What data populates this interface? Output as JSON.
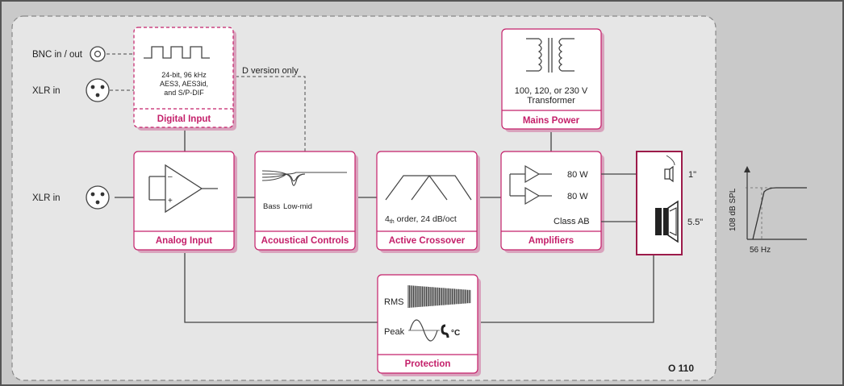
{
  "colors": {
    "outer_bg": "#c9c9c9",
    "panel_bg": "#e6e6e6",
    "accent": "#c4206a",
    "line": "#444444"
  },
  "inputs": {
    "bnc": "BNC in / out",
    "xlr_digital": "XLR in",
    "xlr_analog": "XLR in"
  },
  "note_d_version": "D version only",
  "digital_input": {
    "title": "Digital Input",
    "line1": "24-bit, 96 kHz",
    "line2": "AES3, AES3id,",
    "line3": "and S/P-DIF"
  },
  "mains_power": {
    "title": "Mains Power",
    "line1": "100, 120, or 230 V",
    "line2": "Transformer"
  },
  "analog_input": {
    "title": "Analog Input"
  },
  "acoustical_controls": {
    "title": "Acoustical Controls",
    "bass": "Bass",
    "low_mid": "Low-mid"
  },
  "active_crossover": {
    "title": "Active Crossover",
    "order_num": "4",
    "order_sub": "th",
    "order_rest": " order, 24 dB/oct"
  },
  "amplifiers": {
    "title": "Amplifiers",
    "power1": "80 W",
    "power2": "80 W",
    "class": "Class AB"
  },
  "drivers": {
    "tweeter": "1\"",
    "woofer": "5.5\""
  },
  "protection": {
    "title": "Protection",
    "rms": "RMS",
    "peak": "Peak",
    "temp": "°C"
  },
  "model": "O 110",
  "response": {
    "ylabel": "108 dB SPL",
    "freq": "56 Hz"
  }
}
